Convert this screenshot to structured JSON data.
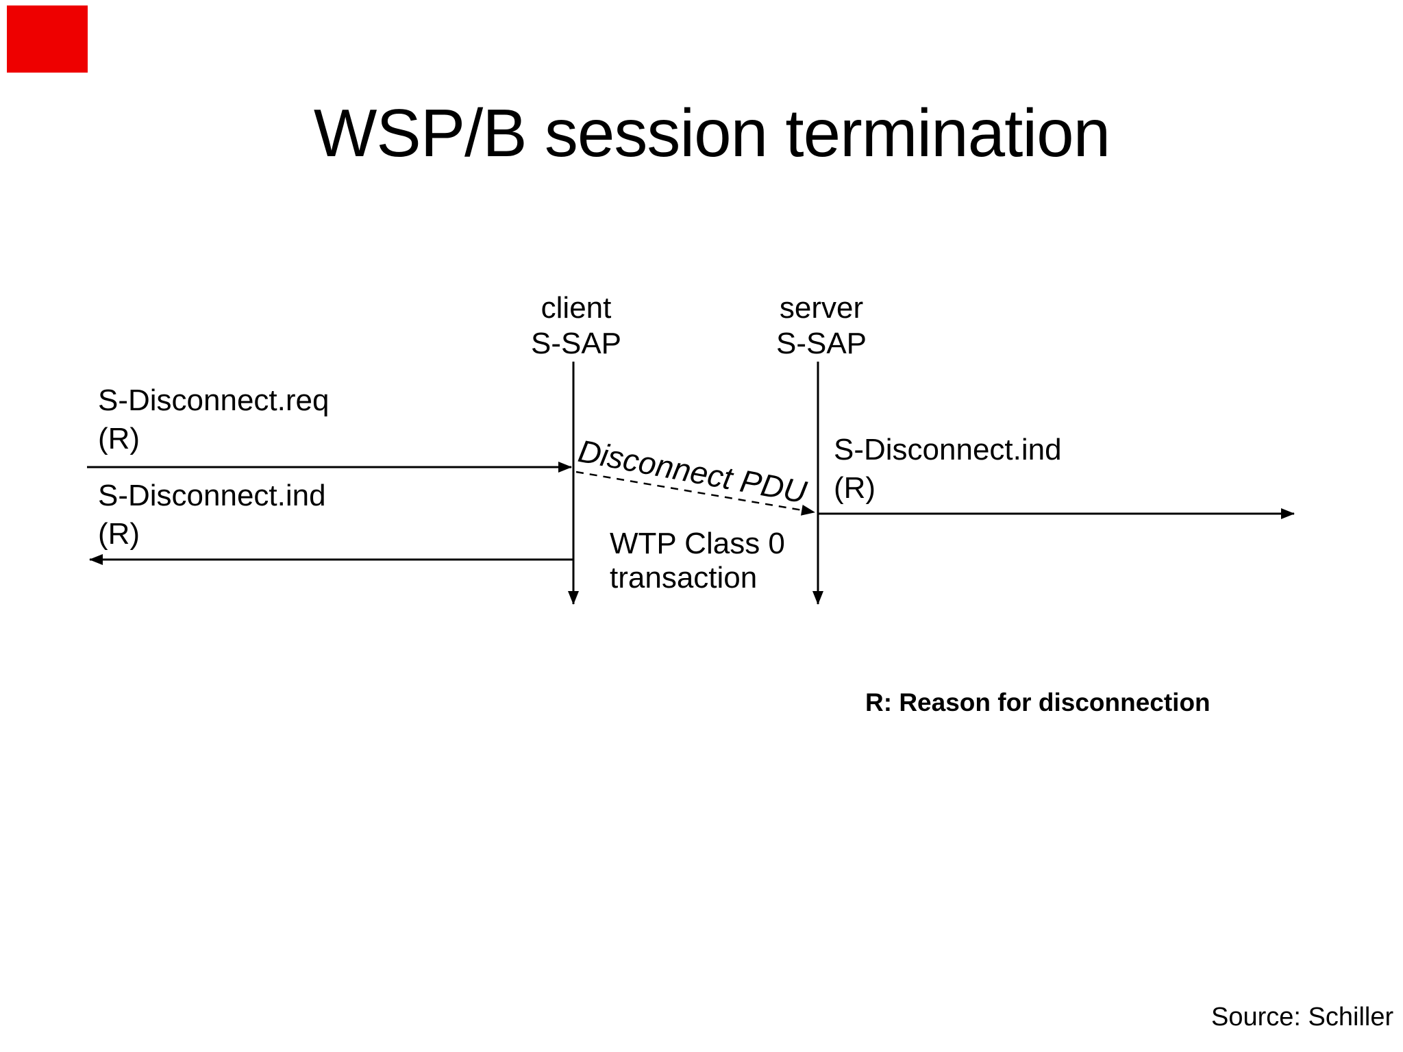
{
  "slide": {
    "title": "WSP/B session termination",
    "corner_color": "#ee0000",
    "footnote": "R: Reason for disconnection",
    "source_credit": "Source: Schiller"
  },
  "diagram": {
    "client_lifeline": {
      "line1": "client",
      "line2": "S-SAP"
    },
    "server_lifeline": {
      "line1": "server",
      "line2": "S-SAP"
    },
    "messages": {
      "disconnect_req_client": {
        "name": "S-Disconnect.req",
        "param": "(R)"
      },
      "disconnect_ind_client": {
        "name": "S-Disconnect.ind",
        "param": "(R)"
      },
      "disconnect_ind_server": {
        "name": "S-Disconnect.ind",
        "param": "(R)"
      },
      "pdu_label": "Disconnect PDU",
      "transaction_note": {
        "line1": "WTP Class 0",
        "line2": "transaction"
      }
    }
  }
}
